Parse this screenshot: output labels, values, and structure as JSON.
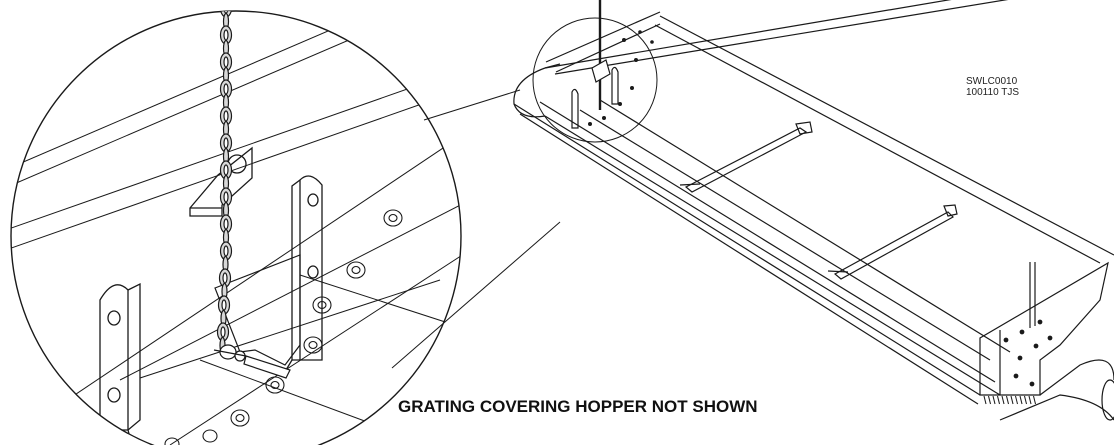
{
  "drawing": {
    "caption": "GRATING COVERING HOPPER NOT SHOWN",
    "id_line1": "SWLC0010",
    "id_line2": "100110 TJS"
  },
  "colors": {
    "line": "#1a1a1a",
    "background": "#ffffff",
    "chain_fill": "#d8d8d8"
  }
}
